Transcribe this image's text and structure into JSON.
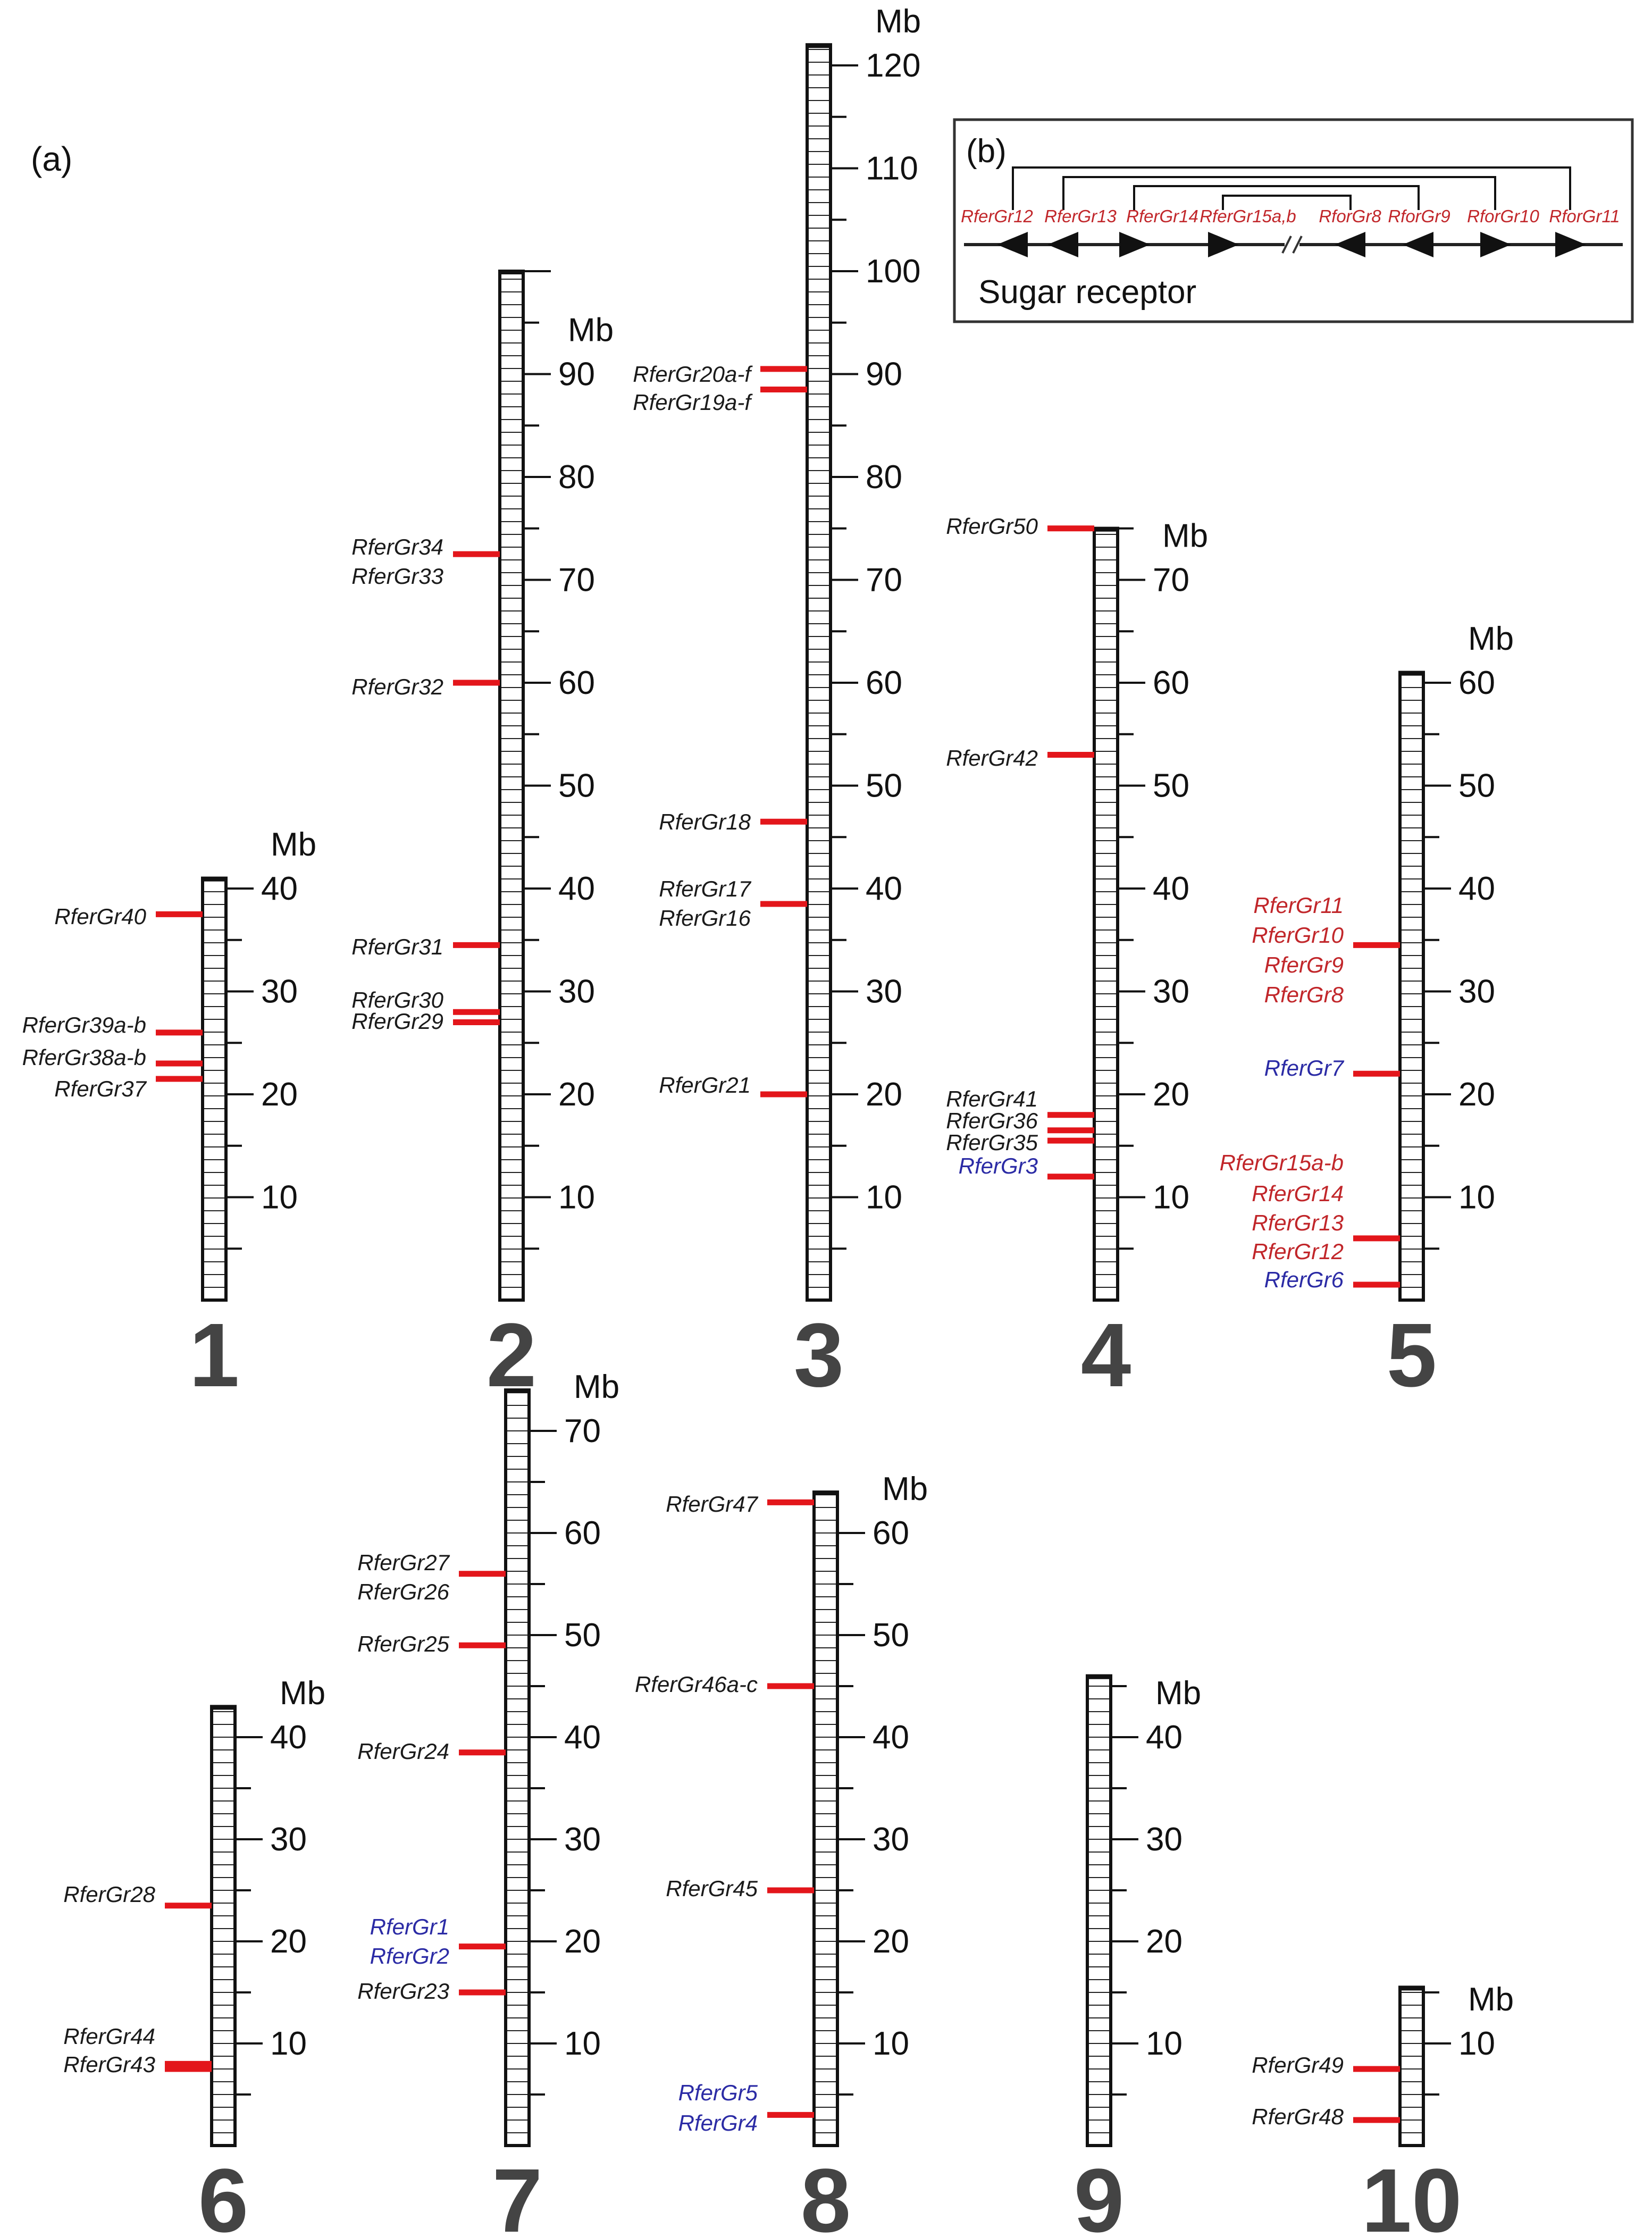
{
  "panel_a_label": "(a)",
  "unit_label": "Mb",
  "colors": {
    "marker": "#e3161b",
    "sugar": "#c1262a",
    "blue_gene": "#2b2ba5",
    "black_gene": "#1a1a1a",
    "chrom_number": "#444444"
  },
  "chromosomes": [
    {
      "id": "1",
      "length": 41,
      "ticks": [
        10,
        20,
        30,
        40
      ],
      "genes": [
        {
          "name": "RferGr40",
          "pos": 37.5,
          "color": "black"
        },
        {
          "name": "RferGr39a-b",
          "pos": 26.0,
          "color": "black"
        },
        {
          "name": "RferGr38a-b",
          "pos": 23.0,
          "color": "black"
        },
        {
          "name": "RferGr37",
          "pos": 21.5,
          "color": "black"
        }
      ],
      "markers": [
        37.5,
        26.0,
        23.0,
        21.5
      ]
    },
    {
      "id": "2",
      "length": 100,
      "ticks": [
        10,
        20,
        30,
        40,
        50,
        60,
        70,
        80,
        90
      ],
      "genes": [
        {
          "name": "RferGr34",
          "pos": 72.5,
          "color": "black"
        },
        {
          "name": "RferGr33",
          "pos": 72.5,
          "color": "black"
        },
        {
          "name": "RferGr32",
          "pos": 60.0,
          "color": "black"
        },
        {
          "name": "RferGr31",
          "pos": 34.5,
          "color": "black"
        },
        {
          "name": "RferGr30",
          "pos": 28.0,
          "color": "black"
        },
        {
          "name": "RferGr29",
          "pos": 27.0,
          "color": "black"
        }
      ],
      "markers": [
        72.5,
        60.0,
        34.5,
        28.0,
        27.0
      ]
    },
    {
      "id": "3",
      "length": 122,
      "ticks": [
        10,
        20,
        30,
        40,
        50,
        60,
        70,
        80,
        90,
        100,
        110,
        120
      ],
      "genes": [
        {
          "name": "RferGr20a-f",
          "pos": 90.5,
          "color": "black"
        },
        {
          "name": "RferGr19a-f",
          "pos": 88.5,
          "color": "black"
        },
        {
          "name": "RferGr18",
          "pos": 46.5,
          "color": "black"
        },
        {
          "name": "RferGr17",
          "pos": 38.5,
          "color": "black"
        },
        {
          "name": "RferGr16",
          "pos": 38.5,
          "color": "black"
        },
        {
          "name": "RferGr21",
          "pos": 20.0,
          "color": "black"
        }
      ],
      "markers": [
        90.5,
        88.5,
        46.5,
        38.5,
        20.0
      ]
    },
    {
      "id": "4",
      "length": 75,
      "ticks": [
        10,
        20,
        30,
        40,
        50,
        60,
        70
      ],
      "genes": [
        {
          "name": "RferGr50",
          "pos": 75.0,
          "color": "black"
        },
        {
          "name": "RferGr42",
          "pos": 53.0,
          "color": "black"
        },
        {
          "name": "RferGr41",
          "pos": 18.0,
          "color": "black"
        },
        {
          "name": "RferGr36",
          "pos": 16.5,
          "color": "black"
        },
        {
          "name": "RferGr35",
          "pos": 15.5,
          "color": "black"
        },
        {
          "name": "RferGr3",
          "pos": 12.0,
          "color": "blue"
        }
      ],
      "markers": [
        75.0,
        53.0,
        18.0,
        16.5,
        15.5,
        12.0
      ]
    },
    {
      "id": "5",
      "length": 61,
      "ticks": [
        10,
        20,
        30,
        40,
        50,
        60
      ],
      "genes": [
        {
          "name": "RferGr11",
          "pos": 34.5,
          "color": "red"
        },
        {
          "name": "RferGr10",
          "pos": 34.5,
          "color": "red"
        },
        {
          "name": "RferGr9",
          "pos": 34.5,
          "color": "red"
        },
        {
          "name": "RferGr8",
          "pos": 34.5,
          "color": "red"
        },
        {
          "name": "RferGr7",
          "pos": 22.0,
          "color": "blue"
        },
        {
          "name": "RferGr15a-b",
          "pos": 6.0,
          "color": "red"
        },
        {
          "name": "RferGr14",
          "pos": 6.0,
          "color": "red"
        },
        {
          "name": "RferGr13",
          "pos": 6.0,
          "color": "red"
        },
        {
          "name": "RferGr12",
          "pos": 6.0,
          "color": "red"
        },
        {
          "name": "RferGr6",
          "pos": 1.5,
          "color": "blue"
        }
      ],
      "markers": [
        34.5,
        22.0,
        6.0,
        1.5
      ]
    },
    {
      "id": "6",
      "length": 43,
      "ticks": [
        10,
        20,
        30,
        40
      ],
      "genes": [
        {
          "name": "RferGr28",
          "pos": 23.5,
          "color": "black"
        },
        {
          "name": "RferGr44",
          "pos": 8.0,
          "color": "black"
        },
        {
          "name": "RferGr43",
          "pos": 7.5,
          "color": "black"
        }
      ],
      "markers": [
        23.5,
        8.0,
        7.5
      ]
    },
    {
      "id": "7",
      "length": 74,
      "ticks": [
        10,
        20,
        30,
        40,
        50,
        60,
        70
      ],
      "genes": [
        {
          "name": "RferGr27",
          "pos": 56.0,
          "color": "black"
        },
        {
          "name": "RferGr26",
          "pos": 56.0,
          "color": "black"
        },
        {
          "name": "RferGr25",
          "pos": 49.0,
          "color": "black"
        },
        {
          "name": "RferGr24",
          "pos": 38.5,
          "color": "black"
        },
        {
          "name": "RferGr1",
          "pos": 19.5,
          "color": "blue"
        },
        {
          "name": "RferGr2",
          "pos": 19.5,
          "color": "blue"
        },
        {
          "name": "RferGr23",
          "pos": 15.0,
          "color": "black"
        }
      ],
      "markers": [
        56.0,
        49.0,
        38.5,
        19.5,
        15.0
      ]
    },
    {
      "id": "8",
      "length": 64,
      "ticks": [
        10,
        20,
        30,
        40,
        50,
        60
      ],
      "genes": [
        {
          "name": "RferGr47",
          "pos": 63.0,
          "color": "black"
        },
        {
          "name": "RferGr46a-c",
          "pos": 45.0,
          "color": "black"
        },
        {
          "name": "RferGr45",
          "pos": 25.0,
          "color": "black"
        },
        {
          "name": "RferGr5",
          "pos": 3.0,
          "color": "blue"
        },
        {
          "name": "RferGr4",
          "pos": 3.0,
          "color": "blue"
        }
      ],
      "markers": [
        63.0,
        45.0,
        25.0,
        3.0
      ]
    },
    {
      "id": "9",
      "length": 46,
      "ticks": [
        10,
        20,
        30,
        40
      ],
      "genes": [],
      "markers": []
    },
    {
      "id": "10",
      "length": 15.5,
      "ticks": [
        10
      ],
      "genes": [
        {
          "name": "RferGr49",
          "pos": 7.5,
          "color": "black"
        },
        {
          "name": "RferGr48",
          "pos": 2.5,
          "color": "black"
        }
      ],
      "markers": [
        7.5,
        2.5
      ]
    }
  ],
  "panel_b": {
    "label": "(b)",
    "caption": "Sugar receptor",
    "genes": [
      {
        "name": "RferGr12",
        "direction": "left"
      },
      {
        "name": "RferGr13",
        "direction": "left"
      },
      {
        "name": "RferGr14",
        "direction": "right"
      },
      {
        "name": "RferGr15a,b",
        "direction": "right"
      },
      {
        "name": "RforGr8",
        "direction": "left"
      },
      {
        "name": "RforGr9",
        "direction": "left"
      },
      {
        "name": "RforGr10",
        "direction": "right"
      },
      {
        "name": "RforGr11",
        "direction": "right"
      }
    ],
    "pairs": [
      [
        0,
        7
      ],
      [
        1,
        6
      ],
      [
        2,
        5
      ],
      [
        3,
        4
      ]
    ],
    "break_after_index": 3
  }
}
